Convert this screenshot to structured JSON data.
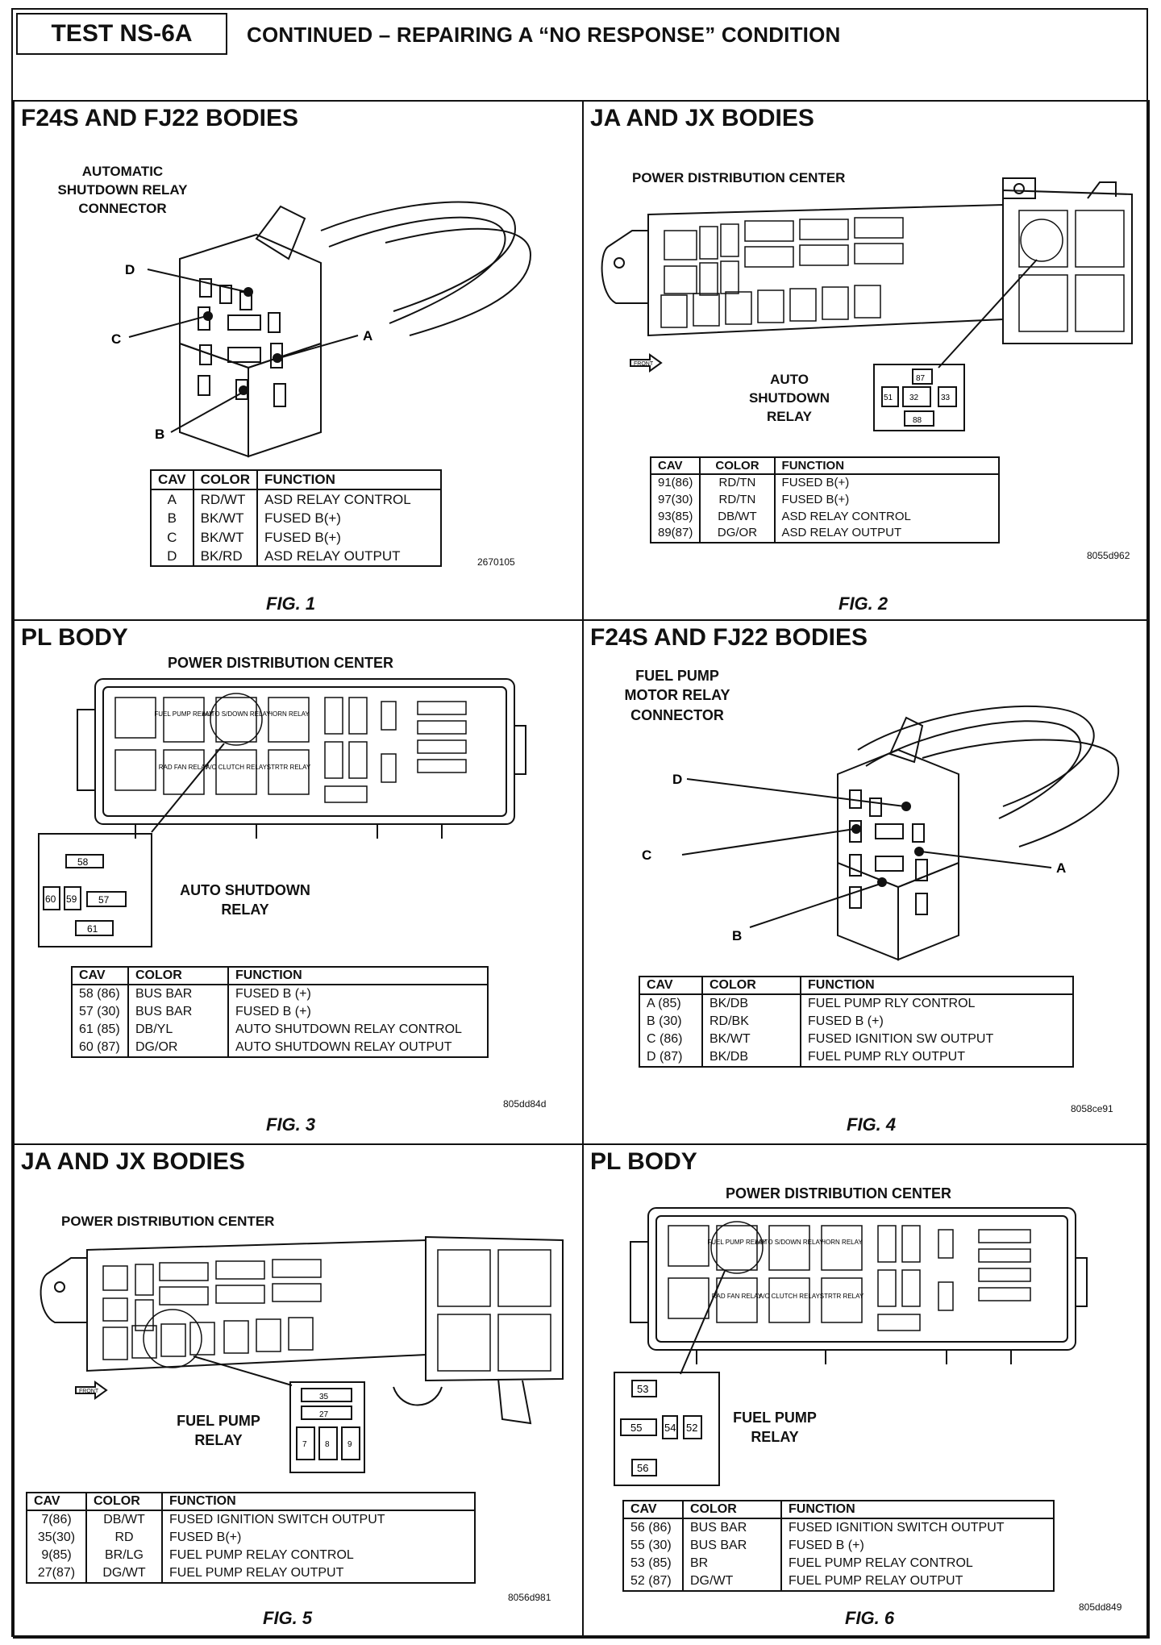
{
  "header": {
    "test_id": "TEST NS-6A",
    "title": "CONTINUED – REPAIRING A “NO RESPONSE” CONDITION"
  },
  "fig1": {
    "heading": "F24S AND FJ22 BODIES",
    "label": "AUTOMATIC\nSHUTDOWN RELAY\nCONNECTOR",
    "pins": [
      "A",
      "B",
      "C",
      "D"
    ],
    "columns": [
      "CAV",
      "COLOR",
      "FUNCTION"
    ],
    "rows": [
      [
        "A",
        "RD/WT",
        "ASD RELAY CONTROL"
      ],
      [
        "B",
        "BK/WT",
        "FUSED B(+)"
      ],
      [
        "C",
        "BK/WT",
        "FUSED B(+)"
      ],
      [
        "D",
        "BK/RD",
        "ASD RELAY OUTPUT"
      ]
    ],
    "code": "2670105",
    "caption": "FIG. 1"
  },
  "fig2": {
    "heading": "JA AND JX BODIES",
    "label": "POWER DISTRIBUTION CENTER",
    "relay_label": "AUTO\nSHUTDOWN\nRELAY",
    "front": "FRONT",
    "terminals": [
      "87",
      "51",
      "32",
      "33",
      "88"
    ],
    "columns": [
      "CAV",
      "COLOR",
      "FUNCTION"
    ],
    "rows": [
      [
        "91(86)",
        "RD/TN",
        "FUSED B(+)"
      ],
      [
        "97(30)",
        "RD/TN",
        "FUSED B(+)"
      ],
      [
        "93(85)",
        "DB/WT",
        "ASD RELAY CONTROL"
      ],
      [
        "89(87)",
        "DG/OR",
        "ASD RELAY OUTPUT"
      ]
    ],
    "code": "8055d962",
    "caption": "FIG. 2"
  },
  "fig3": {
    "heading": "PL BODY",
    "label": "POWER DISTRIBUTION CENTER",
    "relay_label": "AUTO SHUTDOWN\nRELAY",
    "pdc_labels": [
      "FUEL PUMP RELAY",
      "AUTO S/DOWN RELAY",
      "HORN RELAY",
      "RAD FAN RELAY",
      "A/C CLUTCH RELAY",
      "STRTR RELAY"
    ],
    "terminals": [
      "58",
      "60",
      "59",
      "57",
      "61"
    ],
    "columns": [
      "CAV",
      "COLOR",
      "FUNCTION"
    ],
    "rows": [
      [
        "58 (86)",
        "BUS BAR",
        "FUSED B (+)"
      ],
      [
        "57 (30)",
        "BUS BAR",
        "FUSED B (+)"
      ],
      [
        "61 (85)",
        "DB/YL",
        "AUTO SHUTDOWN RELAY CONTROL"
      ],
      [
        "60 (87)",
        "DG/OR",
        "AUTO SHUTDOWN RELAY OUTPUT"
      ]
    ],
    "code": "805dd84d",
    "caption": "FIG. 3"
  },
  "fig4": {
    "heading": "F24S AND FJ22 BODIES",
    "label": "FUEL PUMP\nMOTOR RELAY\nCONNECTOR",
    "pins": [
      "A",
      "B",
      "C",
      "D"
    ],
    "columns": [
      "CAV",
      "COLOR",
      "FUNCTION"
    ],
    "rows": [
      [
        "A (85)",
        "BK/DB",
        "FUEL PUMP RLY CONTROL"
      ],
      [
        "B (30)",
        "RD/BK",
        "FUSED B (+)"
      ],
      [
        "C (86)",
        "BK/WT",
        "FUSED IGNITION SW OUTPUT"
      ],
      [
        "D (87)",
        "BK/DB",
        "FUEL PUMP RLY OUTPUT"
      ]
    ],
    "code": "8058ce91",
    "caption": "FIG. 4"
  },
  "fig5": {
    "heading": "JA AND JX BODIES",
    "label": "POWER DISTRIBUTION CENTER",
    "relay_label": "FUEL PUMP\nRELAY",
    "front": "FRONT",
    "terminals": [
      "35",
      "27",
      "7",
      "8",
      "9"
    ],
    "columns": [
      "CAV",
      "COLOR",
      "FUNCTION"
    ],
    "rows": [
      [
        "7(86)",
        "DB/WT",
        "FUSED IGNITION SWITCH OUTPUT"
      ],
      [
        "35(30)",
        "RD",
        "FUSED B(+)"
      ],
      [
        "9(85)",
        "BR/LG",
        "FUEL PUMP RELAY CONTROL"
      ],
      [
        "27(87)",
        "DG/WT",
        "FUEL PUMP RELAY OUTPUT"
      ]
    ],
    "code": "8056d981",
    "caption": "FIG. 5"
  },
  "fig6": {
    "heading": "PL BODY",
    "label": "POWER DISTRIBUTION CENTER",
    "relay_label": "FUEL PUMP\nRELAY",
    "pdc_labels": [
      "FUEL PUMP RELAY",
      "AUTO S/DOWN RELAY",
      "HORN RELAY",
      "RAD FAN RELAY",
      "A/C CLUTCH RELAY",
      "STRTR RELAY"
    ],
    "terminals": [
      "53",
      "55",
      "54",
      "52",
      "56"
    ],
    "columns": [
      "CAV",
      "COLOR",
      "FUNCTION"
    ],
    "rows": [
      [
        "56 (86)",
        "BUS BAR",
        "FUSED IGNITION SWITCH OUTPUT"
      ],
      [
        "55 (30)",
        "BUS BAR",
        "FUSED B (+)"
      ],
      [
        "53 (85)",
        "BR",
        "FUEL PUMP RELAY CONTROL"
      ],
      [
        "52 (87)",
        "DG/WT",
        "FUEL PUMP RELAY OUTPUT"
      ]
    ],
    "code": "805dd849",
    "caption": "FIG. 6"
  }
}
